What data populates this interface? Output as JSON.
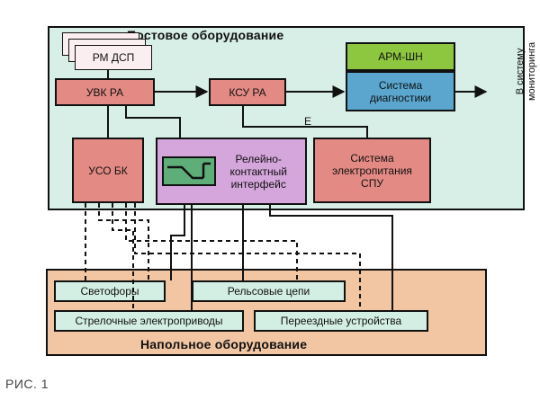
{
  "post_title": "Постовое оборудование",
  "field_title": "Напольное оборудование",
  "figure_label": "РИС. 1",
  "monitor_label_line1": "В систему",
  "monitor_label_line2": "мониторинга",
  "edge_label": "Е",
  "boxes": {
    "rm_dsp": "РМ ДСП",
    "uvk_ra": "УВК РА",
    "ksu_ra": "КСУ РА",
    "arm_shn": "АРМ-ШН",
    "diag_line1": "Система",
    "diag_line2": "диагностики",
    "uso_bk": "УСО БК",
    "relay_line1": "Релейно-",
    "relay_line2": "контактный",
    "relay_line3": "интерфейс",
    "power_line1": "Система",
    "power_line2": "электропитания",
    "power_line3": "СПУ"
  },
  "field_items": {
    "signals": "Светофоры",
    "track_circuits": "Рельсовые цепи",
    "switch_drives": "Стрелочные электроприводы",
    "crossings": "Переездные устройства"
  },
  "colors": {
    "post_bg": "#d7efe7",
    "field_bg": "#f2c5a3",
    "red_box": "#e48a84",
    "arm_green": "#8dc63f",
    "diag_blue": "#5aa6cf",
    "relay_purple": "#d5a6dc",
    "field_item_bg": "#d3eee2",
    "switch_icon_green": "#5fae7a"
  }
}
